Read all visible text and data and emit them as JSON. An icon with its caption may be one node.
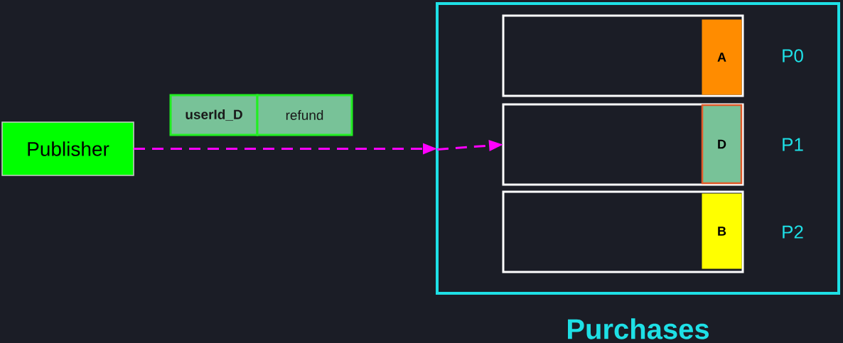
{
  "diagram": {
    "nodes": [
      {
        "text": [
          "Publisher"
        ]
      },
      {
        "text": [
          "userId_D"
        ]
      },
      {
        "text": [
          "refund"
        ]
      },
      {
        "text": [
          "Purchases"
        ]
      },
      {
        "text": [],
        "shape": "box",
        "in": 3,
        "beside": [
          "P0"
        ]
      },
      {
        "text": [
          "A"
        ],
        "in": 4
      },
      {
        "text": [],
        "shape": "box",
        "in": 3,
        "beside": [
          "P1"
        ]
      },
      {
        "text": [
          "D"
        ],
        "in": 6
      },
      {
        "text": [],
        "shape": "box",
        "in": 3,
        "beside": [
          "P2"
        ]
      },
      {
        "text": [
          "B"
        ],
        "in": 8
      }
    ],
    "edges": [
      {
        "from": 0,
        "to": 3,
        "arrow": "to",
        "style": "dashed"
      },
      {
        "from": 3,
        "to": 6,
        "arrow": "to",
        "style": "dashed"
      }
    ]
  }
}
